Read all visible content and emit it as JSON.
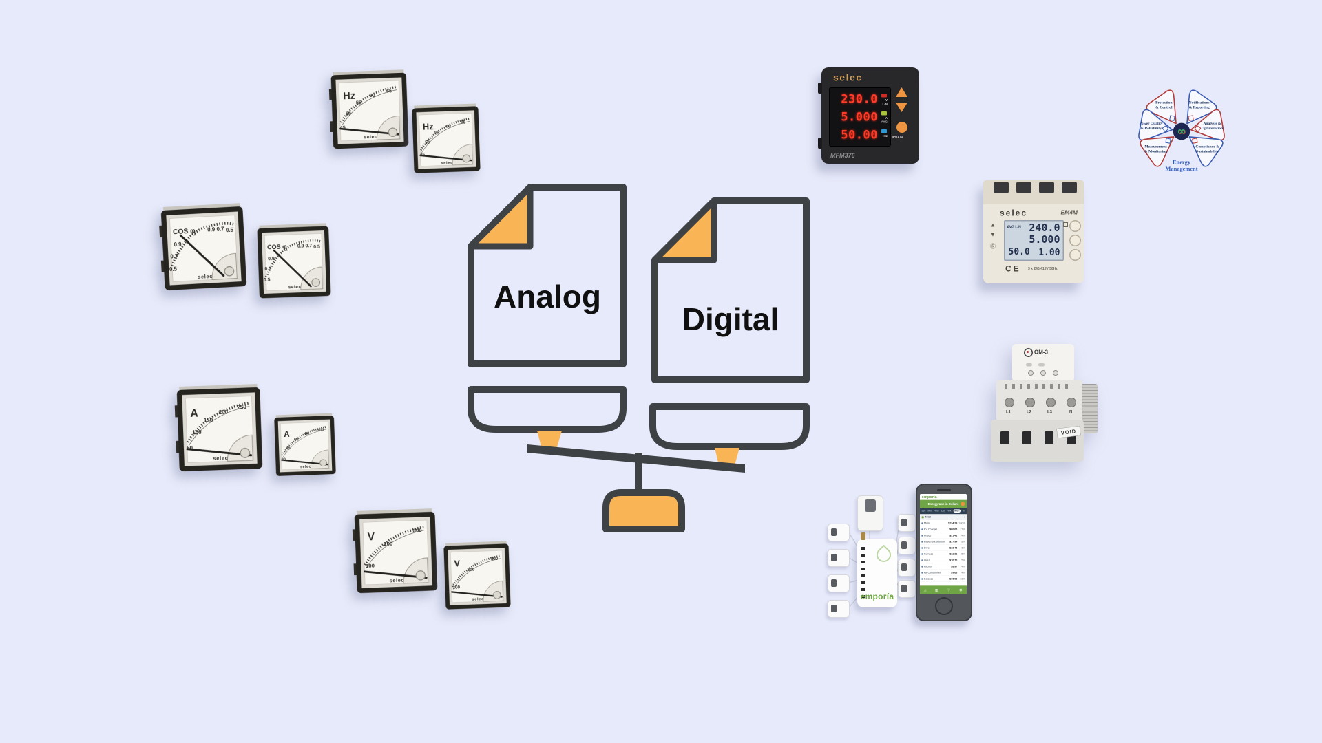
{
  "colors": {
    "background": "#e7eafa",
    "outline": "#3f4245",
    "accent_orange": "#f9b455",
    "selec_logo_orange": "#cf9a52",
    "led_red": "#ff3b2a",
    "emporia_green": "#6fa544",
    "wheel_red": "#b23a3a",
    "wheel_blue": "#3a5bb2",
    "wheel_navy": "#1d2752"
  },
  "balance": {
    "analog_label": "Analog",
    "digital_label": "Digital"
  },
  "meters": {
    "hz_large": {
      "unit": "Hz",
      "s1": "45",
      "s2": "50",
      "s3": "55",
      "s4": "60",
      "s5": "65",
      "brand": "selec"
    },
    "hz_small": {
      "unit": "Hz",
      "s1": "45",
      "s2": "50",
      "s3": "55",
      "s4": "60",
      "s5": "65",
      "brand": "selec"
    },
    "cos_large": {
      "unit": "COS φ",
      "l1": "0.5",
      "l2": "0.7",
      "l3": "0.9",
      "t": "1",
      "r1": "0.9",
      "r2": "0.7",
      "r3": "0.5",
      "brand": "selec"
    },
    "cos_small": {
      "unit": "COS φ",
      "l1": "0.5",
      "l2": "0.7",
      "l3": "0.9",
      "t": "1",
      "r1": "0.9",
      "r2": "0.7",
      "r3": "0.5",
      "brand": "selec"
    },
    "a_large": {
      "unit": "A",
      "s1": "50",
      "s2": "100",
      "s3": "150",
      "s4": "200",
      "s5": "250",
      "brand": "selec"
    },
    "a_small": {
      "unit": "A",
      "s1": "20",
      "s2": "40",
      "s3": "60",
      "s4": "80",
      "s5": "100",
      "brand": "selec"
    },
    "v_large": {
      "unit": "V",
      "s1": "100",
      "s2": "200",
      "s3": "300",
      "brand": "selec"
    },
    "v_small": {
      "unit": "V",
      "s1": "100",
      "s2": "200",
      "s3": "300",
      "brand": "selec"
    }
  },
  "mfm376": {
    "brand": "selec",
    "model": "MFM376",
    "readout1": "230.0",
    "readout2": "5.000",
    "readout3": "50.00",
    "tag1a": "V",
    "tag1b": "L-N",
    "tag2a": "A",
    "tag2b": "AVG",
    "tag3a": "Hz",
    "button_label": "PG/A/M"
  },
  "em4m": {
    "brand": "selec",
    "model": "EM4M",
    "lcd_prefix": "AVG L-N",
    "lcd1": "240.0",
    "lcd2": "5.000",
    "lcd3a": "50.0",
    "lcd3b": "1.00",
    "ce_mark": "CE",
    "spec": "3 x 240/415V 50Hz"
  },
  "om3": {
    "model": "OM-3",
    "sticker": "VOID",
    "term1": "L1",
    "term2": "L2",
    "term3": "L3",
    "term4": "N"
  },
  "wheel": {
    "petals": [
      {
        "l1": "Protection",
        "l2": "& Control"
      },
      {
        "l1": "Notifications",
        "l2": "& Reporting"
      },
      {
        "l1": "Power Quality",
        "l2": "& Reliability"
      },
      {
        "l1": "Analysis &",
        "l2": "Optimization"
      },
      {
        "l1": "Measurement",
        "l2": "& Monitoring"
      },
      {
        "l1": "Compliance &",
        "l2": "Sustainability"
      }
    ],
    "center_line1": "Energy",
    "center_line2": "Management",
    "infinity_glyph": "∞"
  },
  "emporia": {
    "hub_brand": "emporía",
    "phone_app": {
      "brand": "emporia",
      "header": "Energy Use in Dollars",
      "tabs": [
        "Sec",
        "Min",
        "Hour",
        "Day",
        "Wk",
        "Mon",
        "Yr"
      ],
      "selected_tab": "Mon",
      "list_header": "Total",
      "sort_icon": "↕",
      "rows": [
        {
          "name": "Main",
          "value": "$224.29",
          "pct": "100%"
        },
        {
          "name": "EV Charger",
          "value": "$60.06",
          "pct": "27%"
        },
        {
          "name": "Fridge",
          "value": "$31.41",
          "pct": "14%"
        },
        {
          "name": "Basement Subpanel",
          "value": "$17.94",
          "pct": "8%"
        },
        {
          "name": "Dryer",
          "value": "$13.46",
          "pct": "6%"
        },
        {
          "name": "Furnace",
          "value": "$11.31",
          "pct": "5%"
        },
        {
          "name": "Oven",
          "value": "$10.70",
          "pct": "5%"
        },
        {
          "name": "Kitchen",
          "value": "$8.97",
          "pct": "4%"
        },
        {
          "name": "Air Conditioner",
          "value": "$9.68",
          "pct": "4%"
        },
        {
          "name": "Balance",
          "value": "$76.03",
          "pct": "31%"
        }
      ],
      "nav": [
        {
          "icon": "home-icon",
          "glyph": "⌂"
        },
        {
          "icon": "usage-icon",
          "glyph": "▥"
        },
        {
          "icon": "alerts-icon",
          "glyph": "♡"
        },
        {
          "icon": "settings-icon",
          "glyph": "⚙"
        }
      ]
    }
  }
}
